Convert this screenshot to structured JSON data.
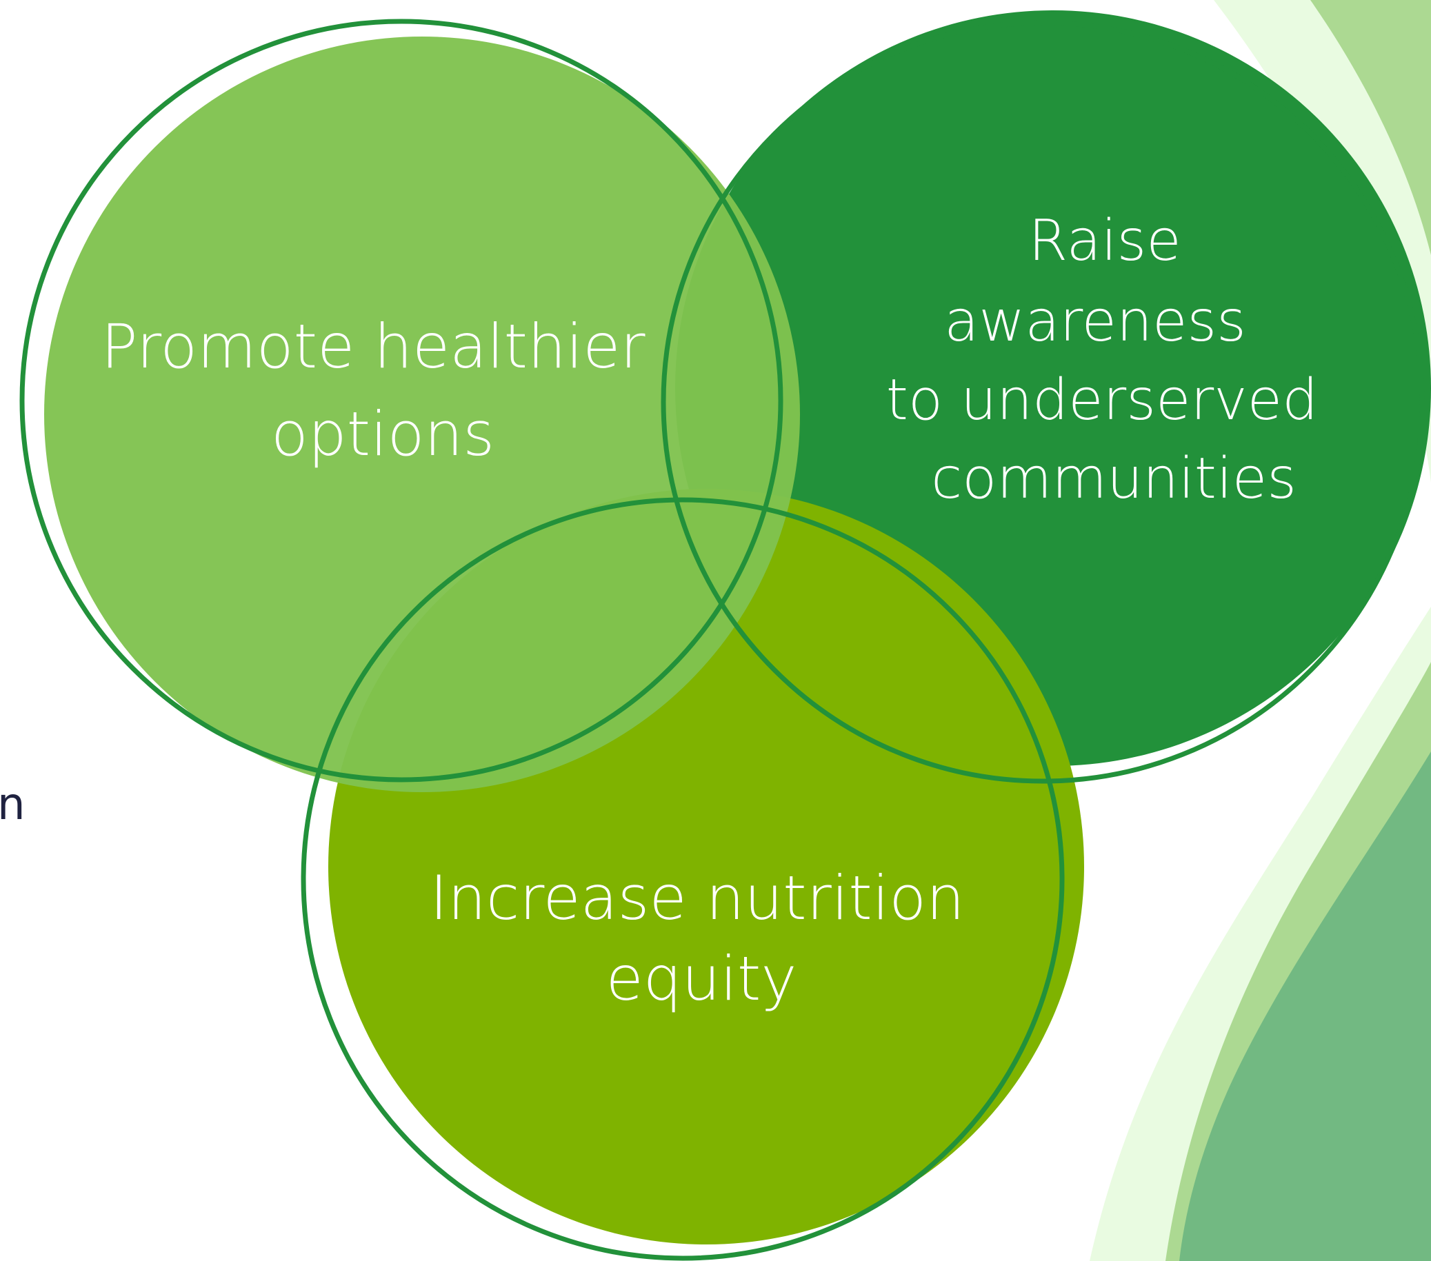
{
  "diagram": {
    "type": "venn",
    "circles": [
      {
        "id": "promote",
        "lines": [
          "Promote healthier",
          "options"
        ]
      },
      {
        "id": "raise",
        "lines": [
          "Raise",
          "awareness",
          "to underserved",
          "communities"
        ]
      },
      {
        "id": "increase",
        "lines": [
          "Increase nutrition",
          "equity"
        ]
      }
    ],
    "left_edge_fragment": "n"
  },
  "colors": {
    "promote_fill": "#80c34f",
    "raise_fill": "#22913a",
    "increase_fill": "#7fb300",
    "outline": "#22913a",
    "label_text": "#ffffff",
    "wave_light": "#e9fbe1",
    "wave_mid": "#acd992",
    "wave_dark": "#72b982"
  }
}
